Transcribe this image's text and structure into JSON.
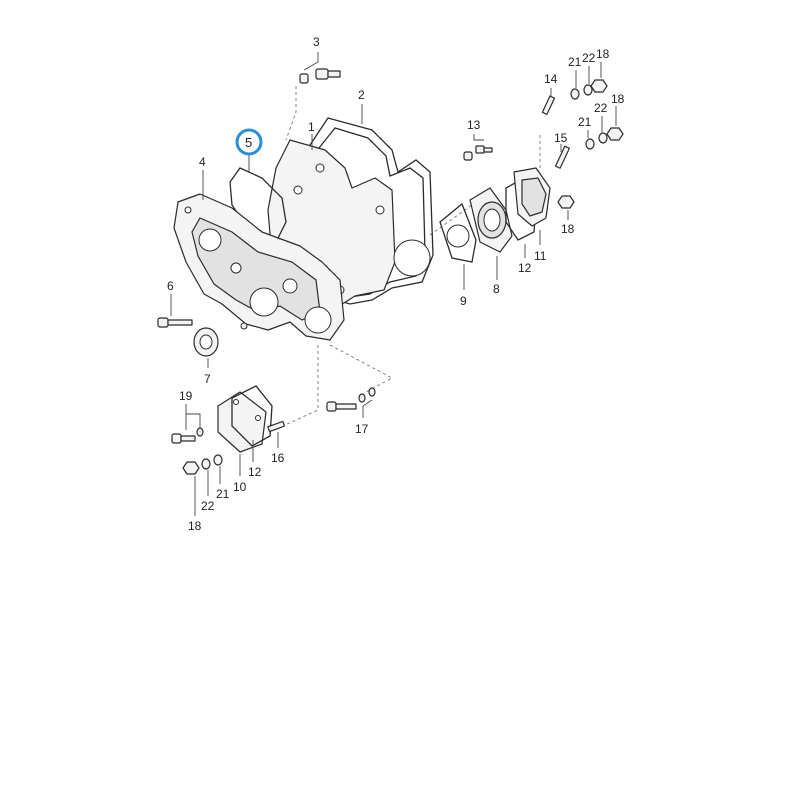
{
  "diagram": {
    "highlight_color": "#2a8fd6",
    "callouts": {
      "c1": "1",
      "c2": "2",
      "c3": "3",
      "c4": "4",
      "c5": "5",
      "c6": "6",
      "c7": "7",
      "c8": "8",
      "c9": "9",
      "c10": "10",
      "c11": "11",
      "c12a": "12",
      "c12b": "12",
      "c13": "13",
      "c14": "14",
      "c15": "15",
      "c16": "16",
      "c17": "17",
      "c18a": "18",
      "c18b": "18",
      "c18c": "18",
      "c18d": "18",
      "c19": "19",
      "c21a": "21",
      "c21b": "21",
      "c21c": "21",
      "c22a": "22",
      "c22b": "22",
      "c22c": "22"
    }
  }
}
